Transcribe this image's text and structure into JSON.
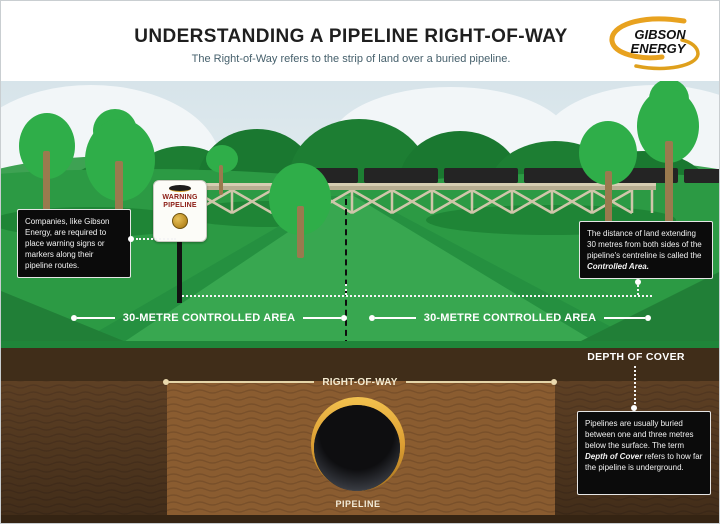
{
  "header": {
    "title": "UNDERSTANDING A PIPELINE RIGHT-OF-WAY",
    "subtitle": "The Right-of-Way refers to the strip of land over a buried pipeline.",
    "logo_line1": "GIBSON",
    "logo_line2": "ENERGY"
  },
  "sign": {
    "line1": "WARNING",
    "line2": "PIPELINE"
  },
  "callouts": {
    "signs": "Companies, like Gibson Energy, are required to place warning signs or markers along their pipeline routes.",
    "controlled_text": "The distance of land extending 30 metres from both sides of the pipeline's centreline is called the ",
    "controlled_emphasis": "Controlled Area.",
    "depth_text_before": "Pipelines are usually buried between one and three metres below the surface. The term ",
    "depth_emphasis": "Depth of Cover",
    "depth_text_after": " refers to how far the pipeline is underground."
  },
  "labels": {
    "controlled_area_left": "30-METRE CONTROLLED AREA",
    "controlled_area_right": "30-METRE CONTROLLED AREA",
    "right_of_way": "RIGHT-OF-WAY",
    "depth_of_cover": "DEPTH OF COVER",
    "pipeline": "PIPELINE"
  },
  "colors": {
    "brand_gold": "#E8A21F",
    "grass": "#2C9A44",
    "grass_strip": "#38A750",
    "soil": "#8A5C30",
    "soil_dark": "#402D19",
    "callout_bg": "#0B0B0B",
    "measure_cream": "#E5D5A8"
  }
}
